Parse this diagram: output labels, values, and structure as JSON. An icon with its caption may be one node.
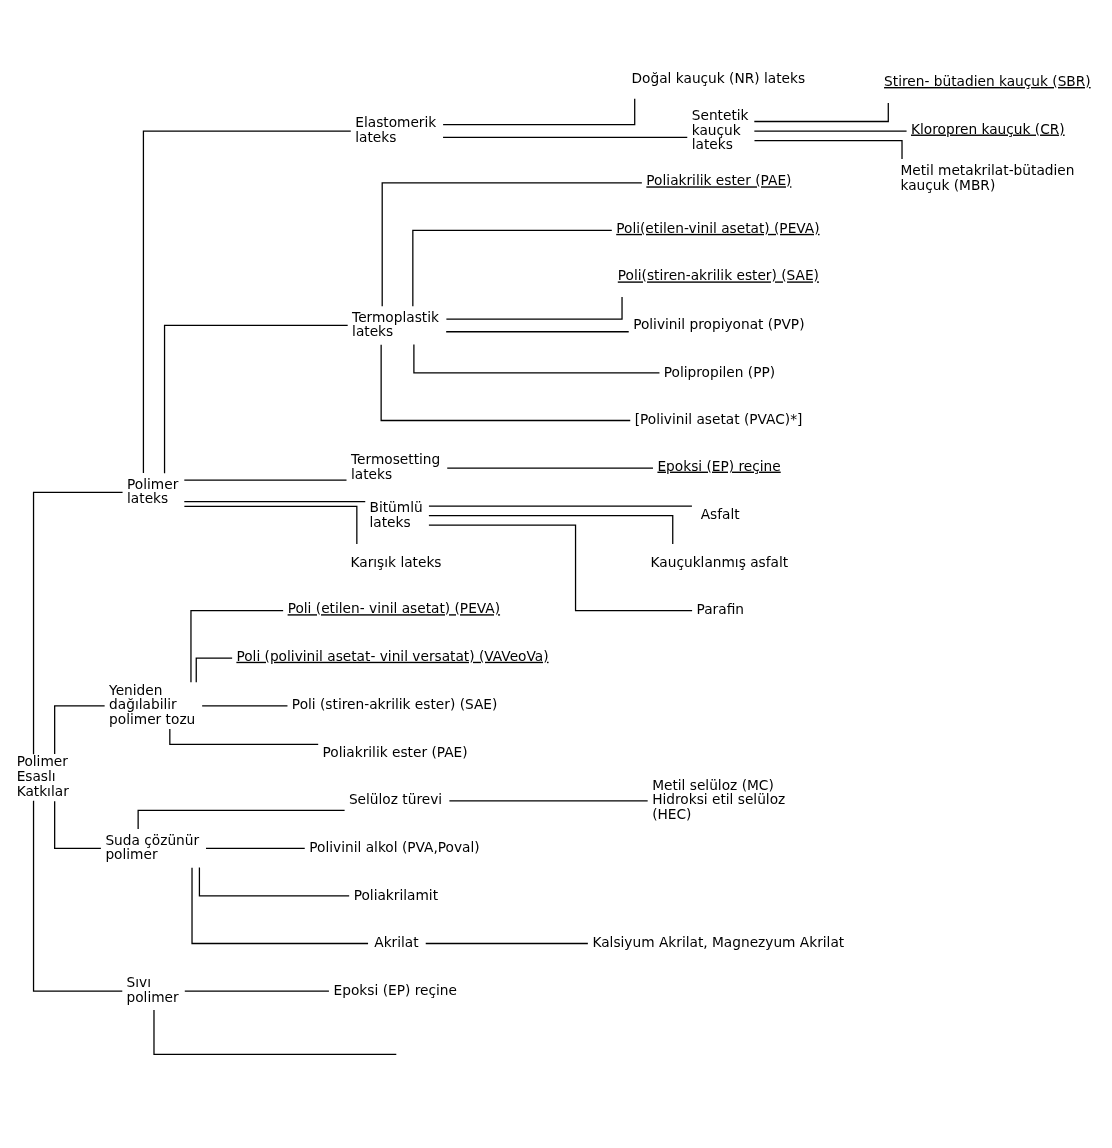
{
  "diagram": {
    "nodes": [
      {
        "text": [
          "Polimer Esaslı Katkılar"
        ]
      },
      {
        "text": [
          "Polimer lateks"
        ]
      },
      {
        "text": [
          "Elastomerik lateks"
        ]
      },
      {
        "text": [
          "Doğal kauçuk (NR) lateks"
        ]
      },
      {
        "text": [
          "Sentetik kauçuk lateks"
        ]
      },
      {
        "text": [
          "Stiren- bütadien kauçuk (SBR)"
        ]
      },
      {
        "text": [
          "Kloropren kauçuk (CR)"
        ]
      },
      {
        "text": [
          "Metil metakrilat-bütadien kauçuk (MBR)"
        ]
      },
      {
        "text": [
          "Termoplastik lateks"
        ]
      },
      {
        "text": [
          "Poliakrilik ester (PAE)"
        ]
      },
      {
        "text": [
          "Poli(etilen-vinil asetat) (PEVA)"
        ]
      },
      {
        "text": [
          "Poli(stiren-akrilik ester) (SAE)"
        ]
      },
      {
        "text": [
          "Polivinil propiyonat (PVP)"
        ]
      },
      {
        "text": [
          "Polipropilen (PP)"
        ]
      },
      {
        "text": [
          "[Polivinil asetat (PVAC)*]"
        ]
      },
      {
        "text": [
          "Termosetting lateks"
        ]
      },
      {
        "text": [
          "Epoksi (EP) reçine"
        ]
      },
      {
        "text": [
          "Bitümlü lateks"
        ]
      },
      {
        "text": [
          "Asfalt"
        ]
      },
      {
        "text": [
          "Kauçuklanmış asfalt"
        ]
      },
      {
        "text": [
          "Parafin"
        ]
      },
      {
        "text": [
          "Karışık lateks"
        ]
      },
      {
        "text": [
          "Yeniden dağılabilir polimer tozu"
        ]
      },
      {
        "text": [
          "Poli (etilen- vinil asetat) (PEVA)"
        ]
      },
      {
        "text": [
          "Poli (polivinil asetat- vinil versatat) (VAVeoVa)"
        ]
      },
      {
        "text": [
          "Poli (stiren-akrilik ester) (SAE)"
        ]
      },
      {
        "text": [
          "Poliakrilik ester (PAE)"
        ]
      },
      {
        "text": [
          "Suda çözünür polimer"
        ]
      },
      {
        "text": [
          "Selüloz türevi"
        ]
      },
      {
        "text": [
          "Metil selüloz (MC) Hidroksi etil selüloz (HEC)"
        ]
      },
      {
        "text": [
          "Polivinil alkol (PVA,Poval)"
        ]
      },
      {
        "text": [
          "Poliakrilamit"
        ]
      },
      {
        "text": [
          "Akrilat"
        ]
      },
      {
        "text": [
          "Kalsiyum Akrilat, Magnezyum Akrilat"
        ]
      },
      {
        "text": [
          "Sıvı polimer"
        ]
      },
      {
        "text": [
          "Epoksi (EP) reçine"
        ]
      }
    ],
    "edges": [
      {
        "from": 0,
        "to": 1,
        "arrow": "none"
      },
      {
        "from": 0,
        "to": 22,
        "arrow": "none"
      },
      {
        "from": 0,
        "to": 27,
        "arrow": "none"
      },
      {
        "from": 0,
        "to": 34,
        "arrow": "none"
      },
      {
        "from": 1,
        "to": 2,
        "arrow": "none"
      },
      {
        "from": 1,
        "to": 8,
        "arrow": "none"
      },
      {
        "from": 1,
        "to": 15,
        "arrow": "none"
      },
      {
        "from": 1,
        "to": 17,
        "arrow": "none"
      },
      {
        "from": 1,
        "to": 21,
        "arrow": "none"
      },
      {
        "from": 2,
        "to": 3,
        "arrow": "none"
      },
      {
        "from": 2,
        "to": 4,
        "arrow": "none"
      },
      {
        "from": 4,
        "to": 5,
        "arrow": "none"
      },
      {
        "from": 4,
        "to": 6,
        "arrow": "none"
      },
      {
        "from": 4,
        "to": 7,
        "arrow": "none"
      },
      {
        "from": 8,
        "to": 9,
        "arrow": "none"
      },
      {
        "from": 8,
        "to": 10,
        "arrow": "none"
      },
      {
        "from": 8,
        "to": 11,
        "arrow": "none"
      },
      {
        "from": 8,
        "to": 12,
        "arrow": "none"
      },
      {
        "from": 8,
        "to": 13,
        "arrow": "none"
      },
      {
        "from": 8,
        "to": 14,
        "arrow": "none"
      },
      {
        "from": 15,
        "to": 16,
        "arrow": "none"
      },
      {
        "from": 17,
        "to": 18,
        "arrow": "none"
      },
      {
        "from": 17,
        "to": 19,
        "arrow": "none"
      },
      {
        "from": 17,
        "to": 20,
        "arrow": "none"
      },
      {
        "from": 22,
        "to": 23,
        "arrow": "none"
      },
      {
        "from": 22,
        "to": 24,
        "arrow": "none"
      },
      {
        "from": 22,
        "to": 25,
        "arrow": "none"
      },
      {
        "from": 22,
        "to": 26,
        "arrow": "none"
      },
      {
        "from": 27,
        "to": 28,
        "arrow": "none"
      },
      {
        "from": 27,
        "to": 30,
        "arrow": "none"
      },
      {
        "from": 27,
        "to": 31,
        "arrow": "none"
      },
      {
        "from": 27,
        "to": 32,
        "arrow": "none"
      },
      {
        "from": 28,
        "to": 29,
        "arrow": "none"
      },
      {
        "from": 32,
        "to": 33,
        "arrow": "none"
      },
      {
        "from": 34,
        "to": 35,
        "arrow": "none"
      },
      {
        "from": 34,
        "to": null,
        "arrow": "none"
      }
    ]
  }
}
